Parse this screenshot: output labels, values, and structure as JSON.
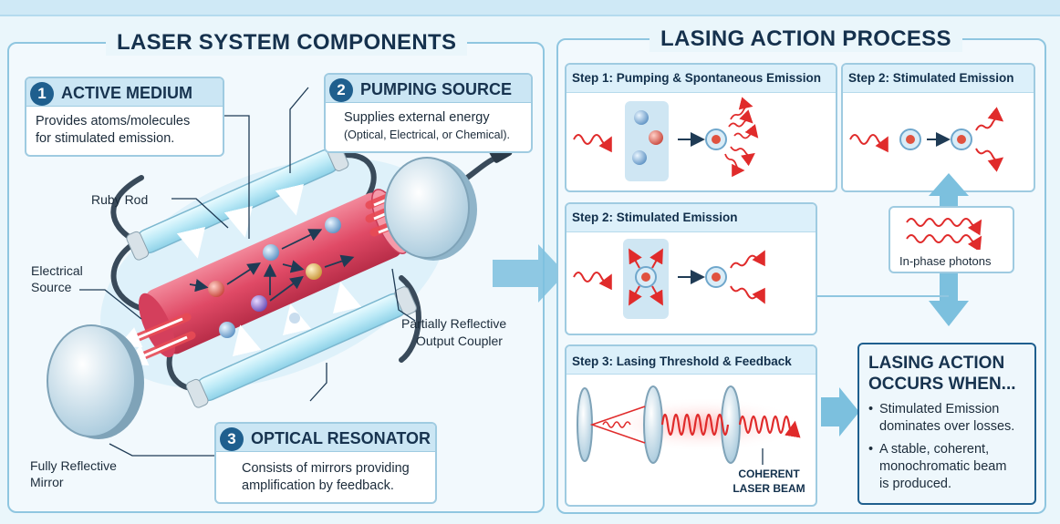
{
  "left_panel": {
    "title": "LASER SYSTEM COMPONENTS",
    "callouts": [
      {
        "number": "1",
        "heading": "ACTIVE MEDIUM",
        "line1": "Provides atoms/molecules",
        "line2": "for stimulated emission."
      },
      {
        "number": "2",
        "heading": "PUMPING SOURCE",
        "line1": "Supplies external energy",
        "line2": "(Optical, Electrical, or Chemical)."
      },
      {
        "number": "3",
        "heading": "OPTICAL RESONATOR",
        "line1": "Consists of mirrors providing",
        "line2": "amplification by feedback."
      }
    ],
    "labels": {
      "ruby_rod": "Ruby Rod",
      "electrical_source_1": "Electrical",
      "electrical_source_2": "Source",
      "partial_mirror_1": "Partially Reflective",
      "partial_mirror_2": "Output Coupler",
      "full_mirror_1": "Fully Reflective",
      "full_mirror_2": "Mirror"
    }
  },
  "right_panel": {
    "title": "LASING ACTION PROCESS",
    "steps": [
      {
        "title": "Step 1: Pumping & Spontaneous Emission"
      },
      {
        "title": "Step 2: Stimulated Emission"
      },
      {
        "title": "Step 2: Stimulated Emission"
      },
      {
        "title": "Step 3: Lasing Threshold & Feedback"
      }
    ],
    "in_phase_label": "In-phase photons",
    "coherent_beam_1": "COHERENT",
    "coherent_beam_2": "LASER BEAM",
    "conclusion": {
      "heading1": "LASING ACTION",
      "heading2": "OCCURS WHEN...",
      "bullets": [
        {
          "l1": "Stimulated Emission",
          "l2": "dominates over losses."
        },
        {
          "l1": "A stable, coherent,",
          "l2": "monochromatic beam",
          "l3": "is produced."
        }
      ]
    }
  },
  "colors": {
    "accent": "#1f5f8e",
    "photon": "#e02b2b",
    "rod": "#e8506a",
    "lamp": "#bfe8f5"
  }
}
